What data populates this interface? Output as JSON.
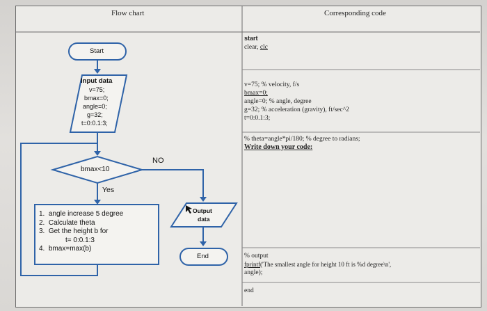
{
  "headers": {
    "flow_chart": "Flow chart",
    "code": "Corresponding code"
  },
  "flowchart": {
    "start": "Start",
    "input_title": "Input data",
    "input_lines": [
      "v=75;",
      "bmax=0;",
      "angle=0;",
      "g=32;",
      "t=0:0.1:3;"
    ],
    "decision": "bmax<10",
    "no_label": "NO",
    "yes_label": "Yes",
    "process": [
      {
        "num": "1.",
        "text": "angle increase 5 degree"
      },
      {
        "num": "2.",
        "text": "Calculate theta"
      },
      {
        "num": "3.",
        "text": "Get the height b for"
      },
      {
        "num": "",
        "text": "t= 0:0.1:3"
      },
      {
        "num": "4.",
        "text": "bmax=max(b)"
      }
    ],
    "output_line1": "Output",
    "output_line2": "data",
    "end": "End"
  },
  "code": {
    "start_keyword": "start",
    "start_line": "clear,",
    "start_line_underlined": "clc",
    "var_lines": [
      "v=75; % velocity, f/s",
      "bmax=0;",
      "angle=0; % angle, degree",
      "g=32; % acceleration (gravity), ft/sec^2",
      "t=0:0.1:3;"
    ],
    "theta_line": "% theta=angle*pi/180; % degree to radians;",
    "write_code": "Write down your code:",
    "output_comment": "% output",
    "fprintf_kw": "fprintf",
    "fprintf_rest": "('The smallest angle for height 10 ft is %d degree\\n',",
    "fprintf_line2": "angle);",
    "end_keyword": "end"
  }
}
